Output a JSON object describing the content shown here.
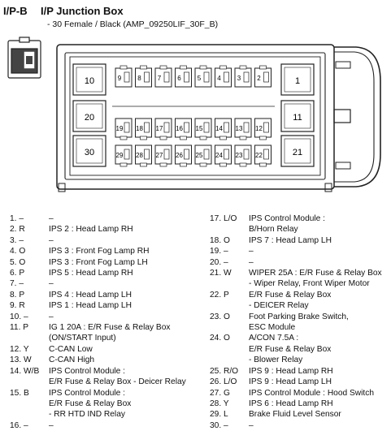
{
  "header": {
    "id": "I/P-B",
    "title": "I/P Junction Box",
    "subtitle": "- 30 Female / Black (AMP_09250LIF_30F_B)"
  },
  "connector": {
    "large_pins": [
      "10",
      "20",
      "30",
      "1",
      "11",
      "21"
    ],
    "top_row": [
      "9",
      "8",
      "7",
      "6",
      "5",
      "4",
      "3",
      "2"
    ],
    "mid_row": [
      "19",
      "18",
      "17",
      "16",
      "15",
      "14",
      "13",
      "12"
    ],
    "bottom_row": [
      "29",
      "28",
      "27",
      "26",
      "25",
      "24",
      "23",
      "22"
    ]
  },
  "pins_left": [
    {
      "no": "1. –",
      "desc": [
        "–"
      ]
    },
    {
      "no": "2. R",
      "desc": [
        "IPS 2 : Head Lamp RH"
      ]
    },
    {
      "no": "3. –",
      "desc": [
        "–"
      ]
    },
    {
      "no": "4. O",
      "desc": [
        "IPS 3 : Front Fog Lamp RH"
      ]
    },
    {
      "no": "5. O",
      "desc": [
        "IPS 3 : Front Fog Lamp LH"
      ]
    },
    {
      "no": "6. P",
      "desc": [
        "IPS 5 : Head Lamp RH"
      ]
    },
    {
      "no": "7. –",
      "desc": [
        "–"
      ]
    },
    {
      "no": "8. P",
      "desc": [
        "IPS 4 : Head Lamp LH"
      ]
    },
    {
      "no": "9. R",
      "desc": [
        "IPS 1 : Head Lamp LH"
      ]
    },
    {
      "no": "10. –",
      "desc": [
        "–"
      ]
    },
    {
      "no": "11. P",
      "desc": [
        "IG 1 20A : E/R Fuse & Relay Box",
        "(ON/START Input)"
      ]
    },
    {
      "no": "12. Y",
      "desc": [
        "C-CAN Low"
      ]
    },
    {
      "no": "13. W",
      "desc": [
        "C-CAN High"
      ]
    },
    {
      "no": "14. W/B",
      "desc": [
        "IPS Control Module :",
        "E/R Fuse & Relay Box - Deicer Relay"
      ]
    },
    {
      "no": "15. B",
      "desc": [
        "IPS Control Module :",
        "E/R Fuse & Relay Box",
        "- RR HTD IND Relay"
      ]
    },
    {
      "no": "16. –",
      "desc": [
        "–"
      ]
    }
  ],
  "pins_right": [
    {
      "no": "17. L/O",
      "desc": [
        "IPS Control Module :",
        "B/Horn Relay"
      ]
    },
    {
      "no": "18. O",
      "desc": [
        "IPS 7 : Head Lamp LH"
      ]
    },
    {
      "no": "19. –",
      "desc": [
        "–"
      ]
    },
    {
      "no": "20. –",
      "desc": [
        "–"
      ]
    },
    {
      "no": "21. W",
      "desc": [
        "WIPER 25A : E/R Fuse & Relay Box",
        "- Wiper Relay, Front Wiper Motor"
      ]
    },
    {
      "no": "22. P",
      "desc": [
        "E/R Fuse & Relay Box",
        "- DEICER Relay"
      ]
    },
    {
      "no": "23. O",
      "desc": [
        "Foot Parking Brake Switch,",
        "ESC Module"
      ]
    },
    {
      "no": "24. O",
      "desc": [
        "A/CON 7.5A :",
        "E/R Fuse & Relay Box",
        "- Blower Relay"
      ]
    },
    {
      "no": "25. R/O",
      "desc": [
        "IPS 9 : Head Lamp RH"
      ]
    },
    {
      "no": "26. L/O",
      "desc": [
        "IPS 9 : Head Lamp LH"
      ]
    },
    {
      "no": "27. G",
      "desc": [
        "IPS Control Module : Hood Switch"
      ]
    },
    {
      "no": "28. Y",
      "desc": [
        "IPS 6 : Head Lamp RH"
      ]
    },
    {
      "no": "29. L",
      "desc": [
        "Brake Fluid Level Sensor"
      ]
    },
    {
      "no": "30. –",
      "desc": [
        "–"
      ]
    }
  ]
}
